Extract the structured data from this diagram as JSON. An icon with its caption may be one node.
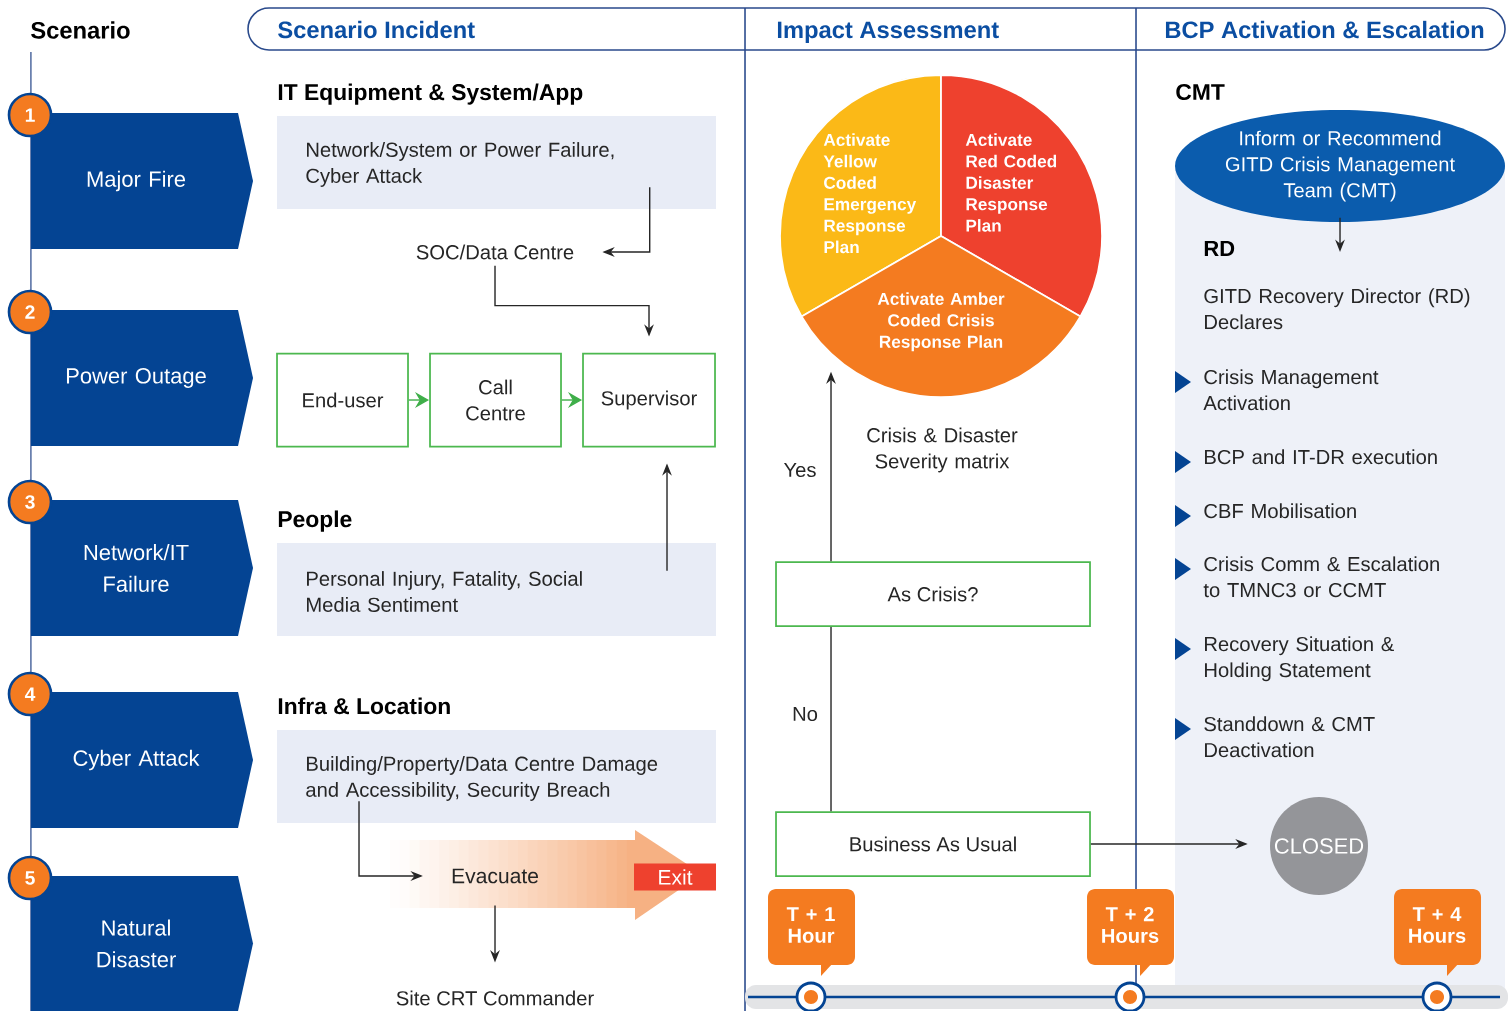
{
  "diagram": {
    "nodes": [
      {
        "text": [
          "Major Fire"
        ],
        "beside": [
          "1"
        ]
      },
      {
        "text": [
          "Power Outage"
        ],
        "beside": [
          "2"
        ]
      },
      {
        "text": [
          "Network/IT Failure"
        ],
        "beside": [
          "3"
        ]
      },
      {
        "text": [
          "Cyber Attack"
        ],
        "beside": [
          "4"
        ]
      },
      {
        "text": [
          "Natural Disaster"
        ],
        "beside": [
          "5"
        ]
      },
      {
        "text": [
          "IT Equipment & System/App",
          "Network/System or Power Failure, Cyber Attack"
        ]
      },
      {
        "text": [
          "SOC/Data Centre"
        ]
      },
      {
        "text": [
          "End-user"
        ]
      },
      {
        "text": [
          "Call Centre"
        ]
      },
      {
        "text": [
          "Supervisor"
        ]
      },
      {
        "text": [
          "People",
          "Personal Injury, Fatality, Social Media Sentiment"
        ]
      },
      {
        "text": [
          "Infra & Location",
          "Building/Property/Data Centre Damage and Accessibility, Security Breach"
        ]
      },
      {
        "text": [
          "Evacuate"
        ]
      },
      {
        "text": [
          "Exit"
        ],
        "in": 12
      },
      {
        "text": [
          "Site CRT Commander"
        ]
      },
      {
        "text": [
          "Activate Yellow Coded Emergency Response Plan"
        ]
      },
      {
        "text": [
          "Activate Red Coded Disaster Response Plan"
        ]
      },
      {
        "text": [
          "Activate Amber Coded Crisis Response Plan"
        ]
      },
      {
        "text": [
          "As Crisis?"
        ]
      },
      {
        "text": [
          "Business As Usual"
        ]
      },
      {
        "text": [
          "Inform or Recommend GITD Crisis Management Team (CMT)"
        ],
        "beside": [
          "CMT"
        ]
      },
      {
        "text": [
          "RD",
          "GITD Recovery Director (RD) Declares"
        ]
      },
      {
        "text": [
          "CLOSED"
        ]
      }
    ],
    "edges": [
      {
        "from": 5,
        "to": 6,
        "arrow": "to"
      },
      {
        "from": 6,
        "to": 9,
        "arrow": "to"
      },
      {
        "from": 7,
        "to": 8,
        "arrow": "to",
        "color": "#3fae49"
      },
      {
        "from": 8,
        "to": 9,
        "arrow": "to",
        "color": "#3fae49"
      },
      {
        "from": 10,
        "to": 9,
        "arrow": "to"
      },
      {
        "from": 11,
        "to": 12,
        "arrow": "to"
      },
      {
        "from": 12,
        "to": 14,
        "arrow": "to"
      },
      {
        "from": 18,
        "to": 17,
        "arrow": "to",
        "label": "Yes"
      },
      {
        "from": 19,
        "to": 18,
        "arrow": "none",
        "label": "No"
      },
      {
        "from": 20,
        "to": 21,
        "arrow": "to"
      },
      {
        "from": 19,
        "to": 22,
        "arrow": "to"
      }
    ],
    "labels": [
      "Scenario",
      "Scenario Incident",
      "Impact Assessment",
      "BCP Activation & Escalation",
      "Crisis & Disaster Severity matrix",
      "Crisis Management Activation",
      "BCP and IT-DR execution",
      "CBF Mobilisation",
      "Crisis Comm & Escalation to TMNC3 or CCMT",
      "Recovery Situation & Holding Statement",
      "Standdown & CMT Deactivation",
      "T + 1 Hour",
      "T + 2 Hours",
      "T + 4 Hours"
    ]
  }
}
